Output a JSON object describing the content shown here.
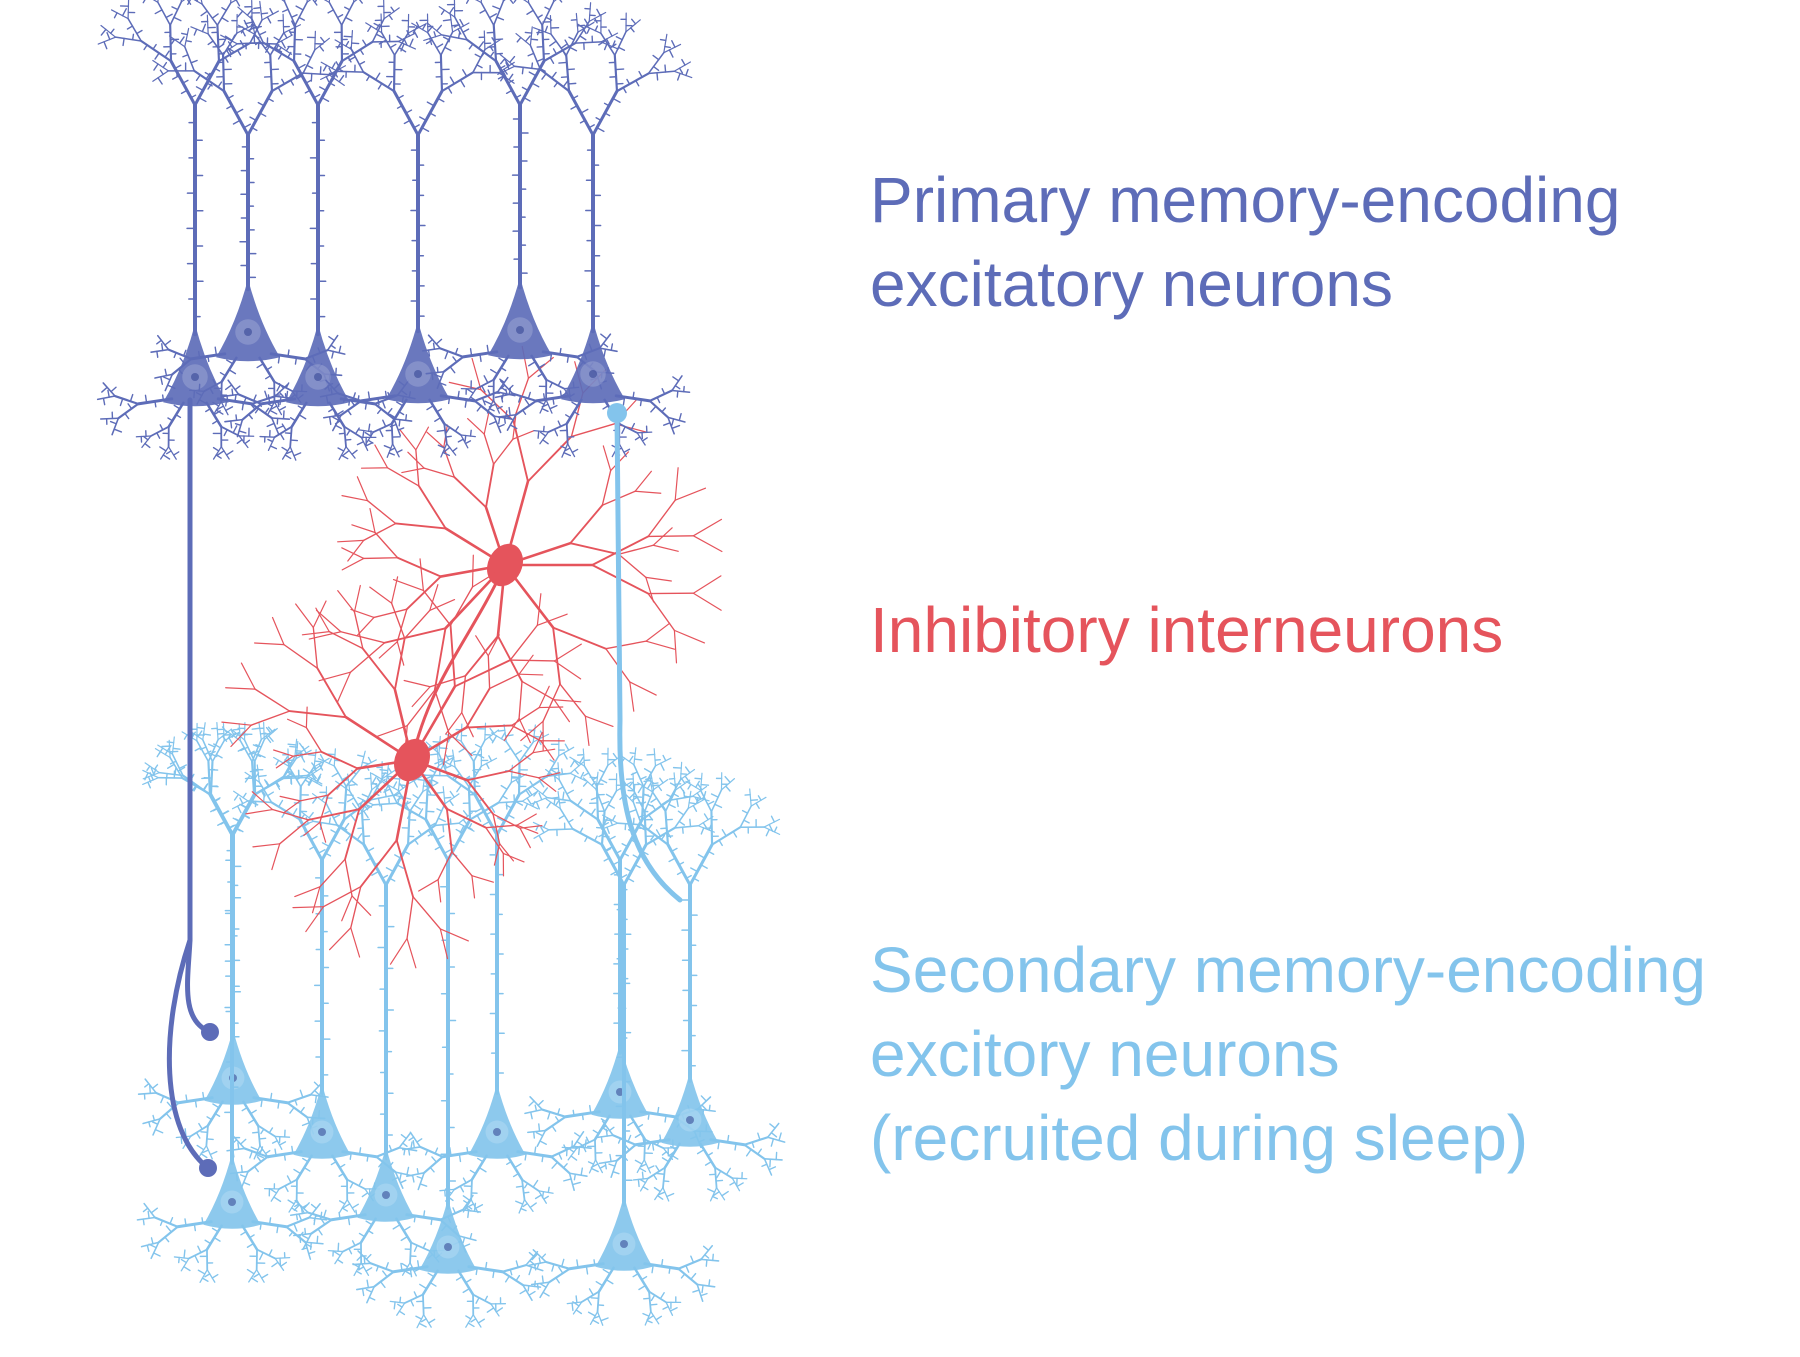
{
  "colors": {
    "primary": "#5d6cb8",
    "inhibitory": "#e5545c",
    "secondary": "#83c4ec",
    "background": "#ffffff"
  },
  "labels": {
    "primary": {
      "line1": "Primary memory-encoding",
      "line2": "excitatory neurons"
    },
    "inhibitory": {
      "line1": "Inhibitory interneurons"
    },
    "secondary": {
      "line1": "Secondary memory-encoding",
      "line2": "excitory neurons",
      "line3": "(recruited during sleep)"
    }
  }
}
